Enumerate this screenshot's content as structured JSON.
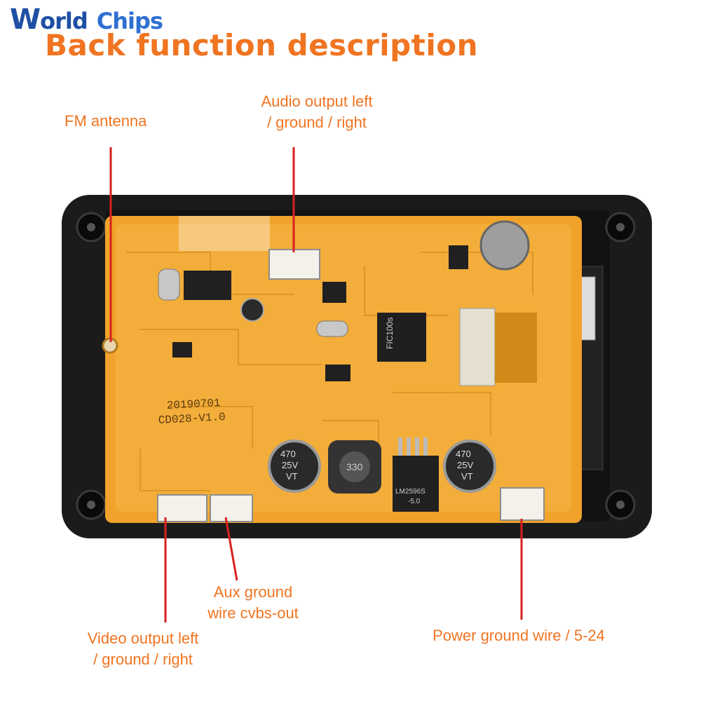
{
  "brand": {
    "logo_w": "W",
    "logo_rest": "orld",
    "logo_chips": "Chips"
  },
  "title": "Back function description",
  "labels": {
    "fm_antenna": "FM antenna",
    "audio_output_line1": "Audio output left",
    "audio_output_line2": "/ ground / right",
    "aux_line1": "Aux ground",
    "aux_line2": "wire cvbs-out",
    "video_line1": "Video output left",
    "video_line2": "/ ground / right",
    "power": "Power ground wire / 5-24"
  },
  "board_markings": {
    "date_code": "20190701",
    "version": "CD028-V1.0",
    "chip": "FIC100s",
    "cap_left_value": "470",
    "cap_left_voltage": "25V",
    "cap_left_series": "VT",
    "cap_right_value": "470",
    "cap_right_voltage": "25V",
    "cap_right_series": "VT",
    "inductor": "330",
    "regulator": "LM2596S",
    "regulator_sub": "-5.0"
  },
  "colors": {
    "accent": "#f07421",
    "pointer": "#d9211c",
    "pcb": "#f0a22a",
    "enclosure": "#1b1b1b"
  }
}
